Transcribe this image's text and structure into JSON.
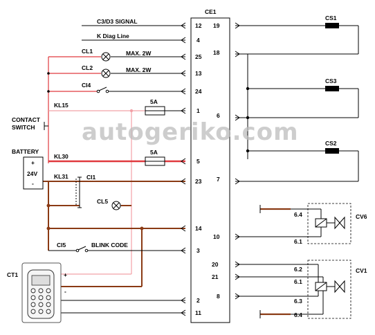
{
  "connector_main": {
    "title": "CE1",
    "left_pins": [
      "12",
      "4",
      "25",
      "13",
      "24",
      "1",
      "5",
      "23",
      "14",
      "3",
      "2",
      "11"
    ],
    "right_pins": [
      "19",
      "18",
      "6",
      "7",
      "10",
      "20",
      "21",
      "8"
    ]
  },
  "signals": {
    "c3d3": "C3/D3 SIGNAL",
    "kdiag": "K Diag Line",
    "kl15": "KL15",
    "kl30": "KL30",
    "kl31": "KL31"
  },
  "lamps": {
    "cl1": "CL1",
    "cl2": "CL2",
    "cl5": "CL5",
    "max1": "MAX. 2W",
    "max2": "MAX. 2W"
  },
  "switches": {
    "ci4": "CI4",
    "ci1": "CI1",
    "ci5": "CI5",
    "blink": "BLINK CODE",
    "contact_line1": "CONTACT",
    "contact_line2": "SWITCH"
  },
  "fuses": {
    "f1": "5A",
    "f2": "5A"
  },
  "battery": {
    "title": "BATTERY",
    "voltage": "24V",
    "plus": "+",
    "minus": "-"
  },
  "controller": {
    "title": "CT1",
    "plus": "+",
    "minus": "-"
  },
  "sensors": {
    "cs1": "CS1",
    "cs3": "CS3",
    "cs2": "CS2"
  },
  "valves": {
    "cv6": "CV6",
    "cv1": "CV1",
    "cv6_pins": [
      "6.4",
      "6.1"
    ],
    "cv1_pins": [
      "6.2",
      "6.1",
      "6.3",
      "6.4"
    ]
  },
  "watermark": "autogeriko.com",
  "colors": {
    "red_wire": "#e0393e",
    "pink_wire": "#f2a0a6",
    "brown_wire": "#8a3a14",
    "black": "#000000"
  }
}
